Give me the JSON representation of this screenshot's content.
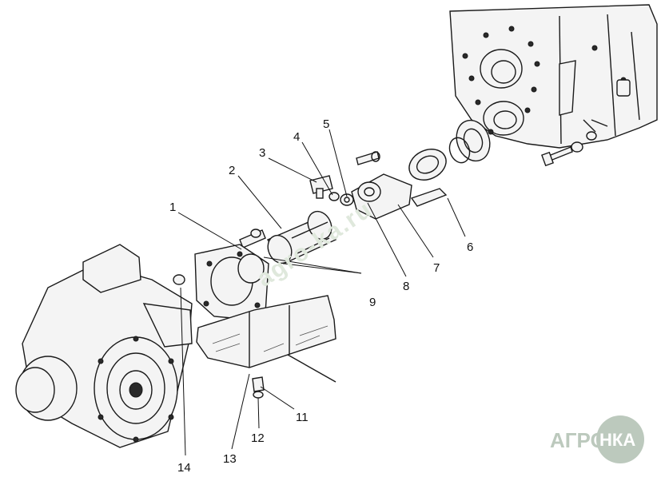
{
  "callouts": {
    "c1": "1",
    "c2": "2",
    "c3": "3",
    "c4": "4",
    "c5": "5",
    "c6": "6",
    "c7": "7",
    "c8": "8",
    "c9": "9",
    "c11": "11",
    "c12": "12",
    "c13": "13",
    "c14": "14"
  },
  "watermark": {
    "text": "agro-ka.ru"
  },
  "logo": {
    "text_left": "АГРО",
    "text_badge": "НКА"
  },
  "colors": {
    "line": "#1a1a1a",
    "logo": "#bcc9bd",
    "background": "#ffffff"
  }
}
